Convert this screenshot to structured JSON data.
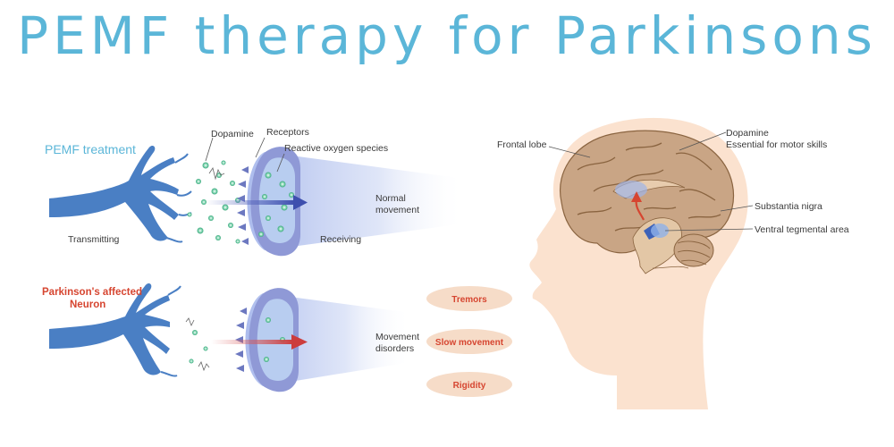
{
  "title": "PEMF therapy for Parkinsons",
  "treatment": {
    "heading": "PEMF treatment",
    "dopamine": "Dopamine",
    "receptors": "Receptors",
    "ros": "Reactive oxygen species",
    "transmitting": "Transmitting",
    "receiving": "Receiving",
    "outcome_line1": "Normal",
    "outcome_line2": "movement"
  },
  "affected": {
    "heading_line1": "Parkinson's affected",
    "heading_line2": "Neuron",
    "outcome_line1": "Movement",
    "outcome_line2": "disorders",
    "symptoms": [
      "Tremors",
      "Slow movement",
      "Rigidity"
    ]
  },
  "brain": {
    "frontal_lobe": "Frontal lobe",
    "dopamine_line1": "Dopamine",
    "dopamine_line2": "Essential for motor skills",
    "substantia_nigra": "Substantia nigra",
    "vta": "Ventral tegmental area"
  },
  "colors": {
    "title": "#5bb6d8",
    "neuron": "#4a7fc4",
    "alert": "#d64530",
    "pill": "#f6dcc8",
    "skin": "#fbe2cf",
    "brain": "#c9a585"
  }
}
